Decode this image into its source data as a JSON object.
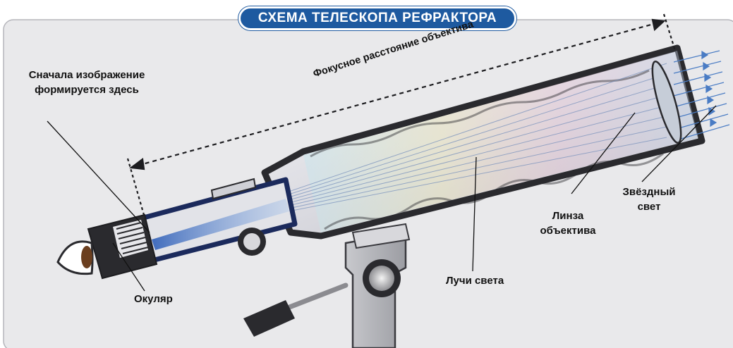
{
  "title": "СХЕМА ТЕЛЕСКОПА РЕФРАКТОРА",
  "labels": {
    "focal_length": "Фокусное расстояние объектива",
    "image_forms_line1": "Сначала изображение",
    "image_forms_line2": "формируется здесь",
    "eyepiece": "Окуляр",
    "light_rays": "Лучи света",
    "objective_line1": "Линза",
    "objective_line2": "объектива",
    "starlight_line1": "Звёздный",
    "starlight_line2": "свет"
  },
  "colors": {
    "title_bg": "#1e5aa0",
    "panel_bg": "#e9e9eb",
    "tube_dark": "#2a2a2e",
    "eyepiece_tube": "#1b2a5c",
    "starlight_arrows": "#4a7cc4"
  }
}
